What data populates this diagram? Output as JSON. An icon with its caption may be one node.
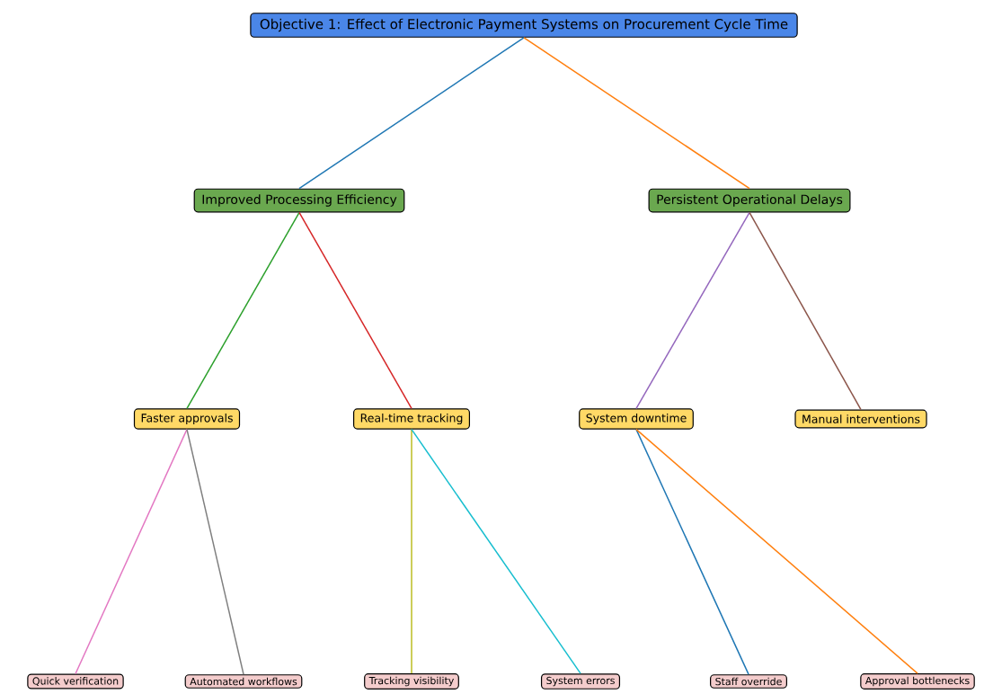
{
  "diagram": {
    "nodes": [
      {
        "text": [
          "Objective 1: Effect of Electronic Payment Systems on Procurement Cycle Time"
        ]
      },
      {
        "text": [
          "Improved Processing Efficiency"
        ]
      },
      {
        "text": [
          "Persistent Operational Delays"
        ]
      },
      {
        "text": [
          "Faster approvals"
        ]
      },
      {
        "text": [
          "Real-time tracking"
        ]
      },
      {
        "text": [
          "System downtime"
        ]
      },
      {
        "text": [
          "Manual interventions"
        ]
      },
      {
        "text": [
          "Quick verification"
        ]
      },
      {
        "text": [
          "Automated workflows"
        ]
      },
      {
        "text": [
          "Tracking visibility"
        ]
      },
      {
        "text": [
          "System errors"
        ]
      },
      {
        "text": [
          "Staff override"
        ]
      },
      {
        "text": [
          "Approval bottlenecks"
        ]
      }
    ],
    "edges": [
      {
        "from": 0,
        "to": 1,
        "arrow": "none",
        "color": "#1f77b4"
      },
      {
        "from": 0,
        "to": 2,
        "arrow": "none",
        "color": "#ff7f0e"
      },
      {
        "from": 1,
        "to": 3,
        "arrow": "none",
        "color": "#2ca02c"
      },
      {
        "from": 1,
        "to": 4,
        "arrow": "none",
        "color": "#d62728"
      },
      {
        "from": 2,
        "to": 5,
        "arrow": "none",
        "color": "#9467bd"
      },
      {
        "from": 2,
        "to": 6,
        "arrow": "none",
        "color": "#8c564b"
      },
      {
        "from": 3,
        "to": 7,
        "arrow": "none",
        "color": "#e377c2"
      },
      {
        "from": 3,
        "to": 8,
        "arrow": "none",
        "color": "#7f7f7f"
      },
      {
        "from": 4,
        "to": 9,
        "arrow": "none",
        "color": "#bcbd22"
      },
      {
        "from": 4,
        "to": 10,
        "arrow": "none",
        "color": "#17becf"
      },
      {
        "from": 5,
        "to": 11,
        "arrow": "none",
        "color": "#1f77b4"
      },
      {
        "from": 5,
        "to": 12,
        "arrow": "none",
        "color": "#ff7f0e"
      }
    ]
  }
}
